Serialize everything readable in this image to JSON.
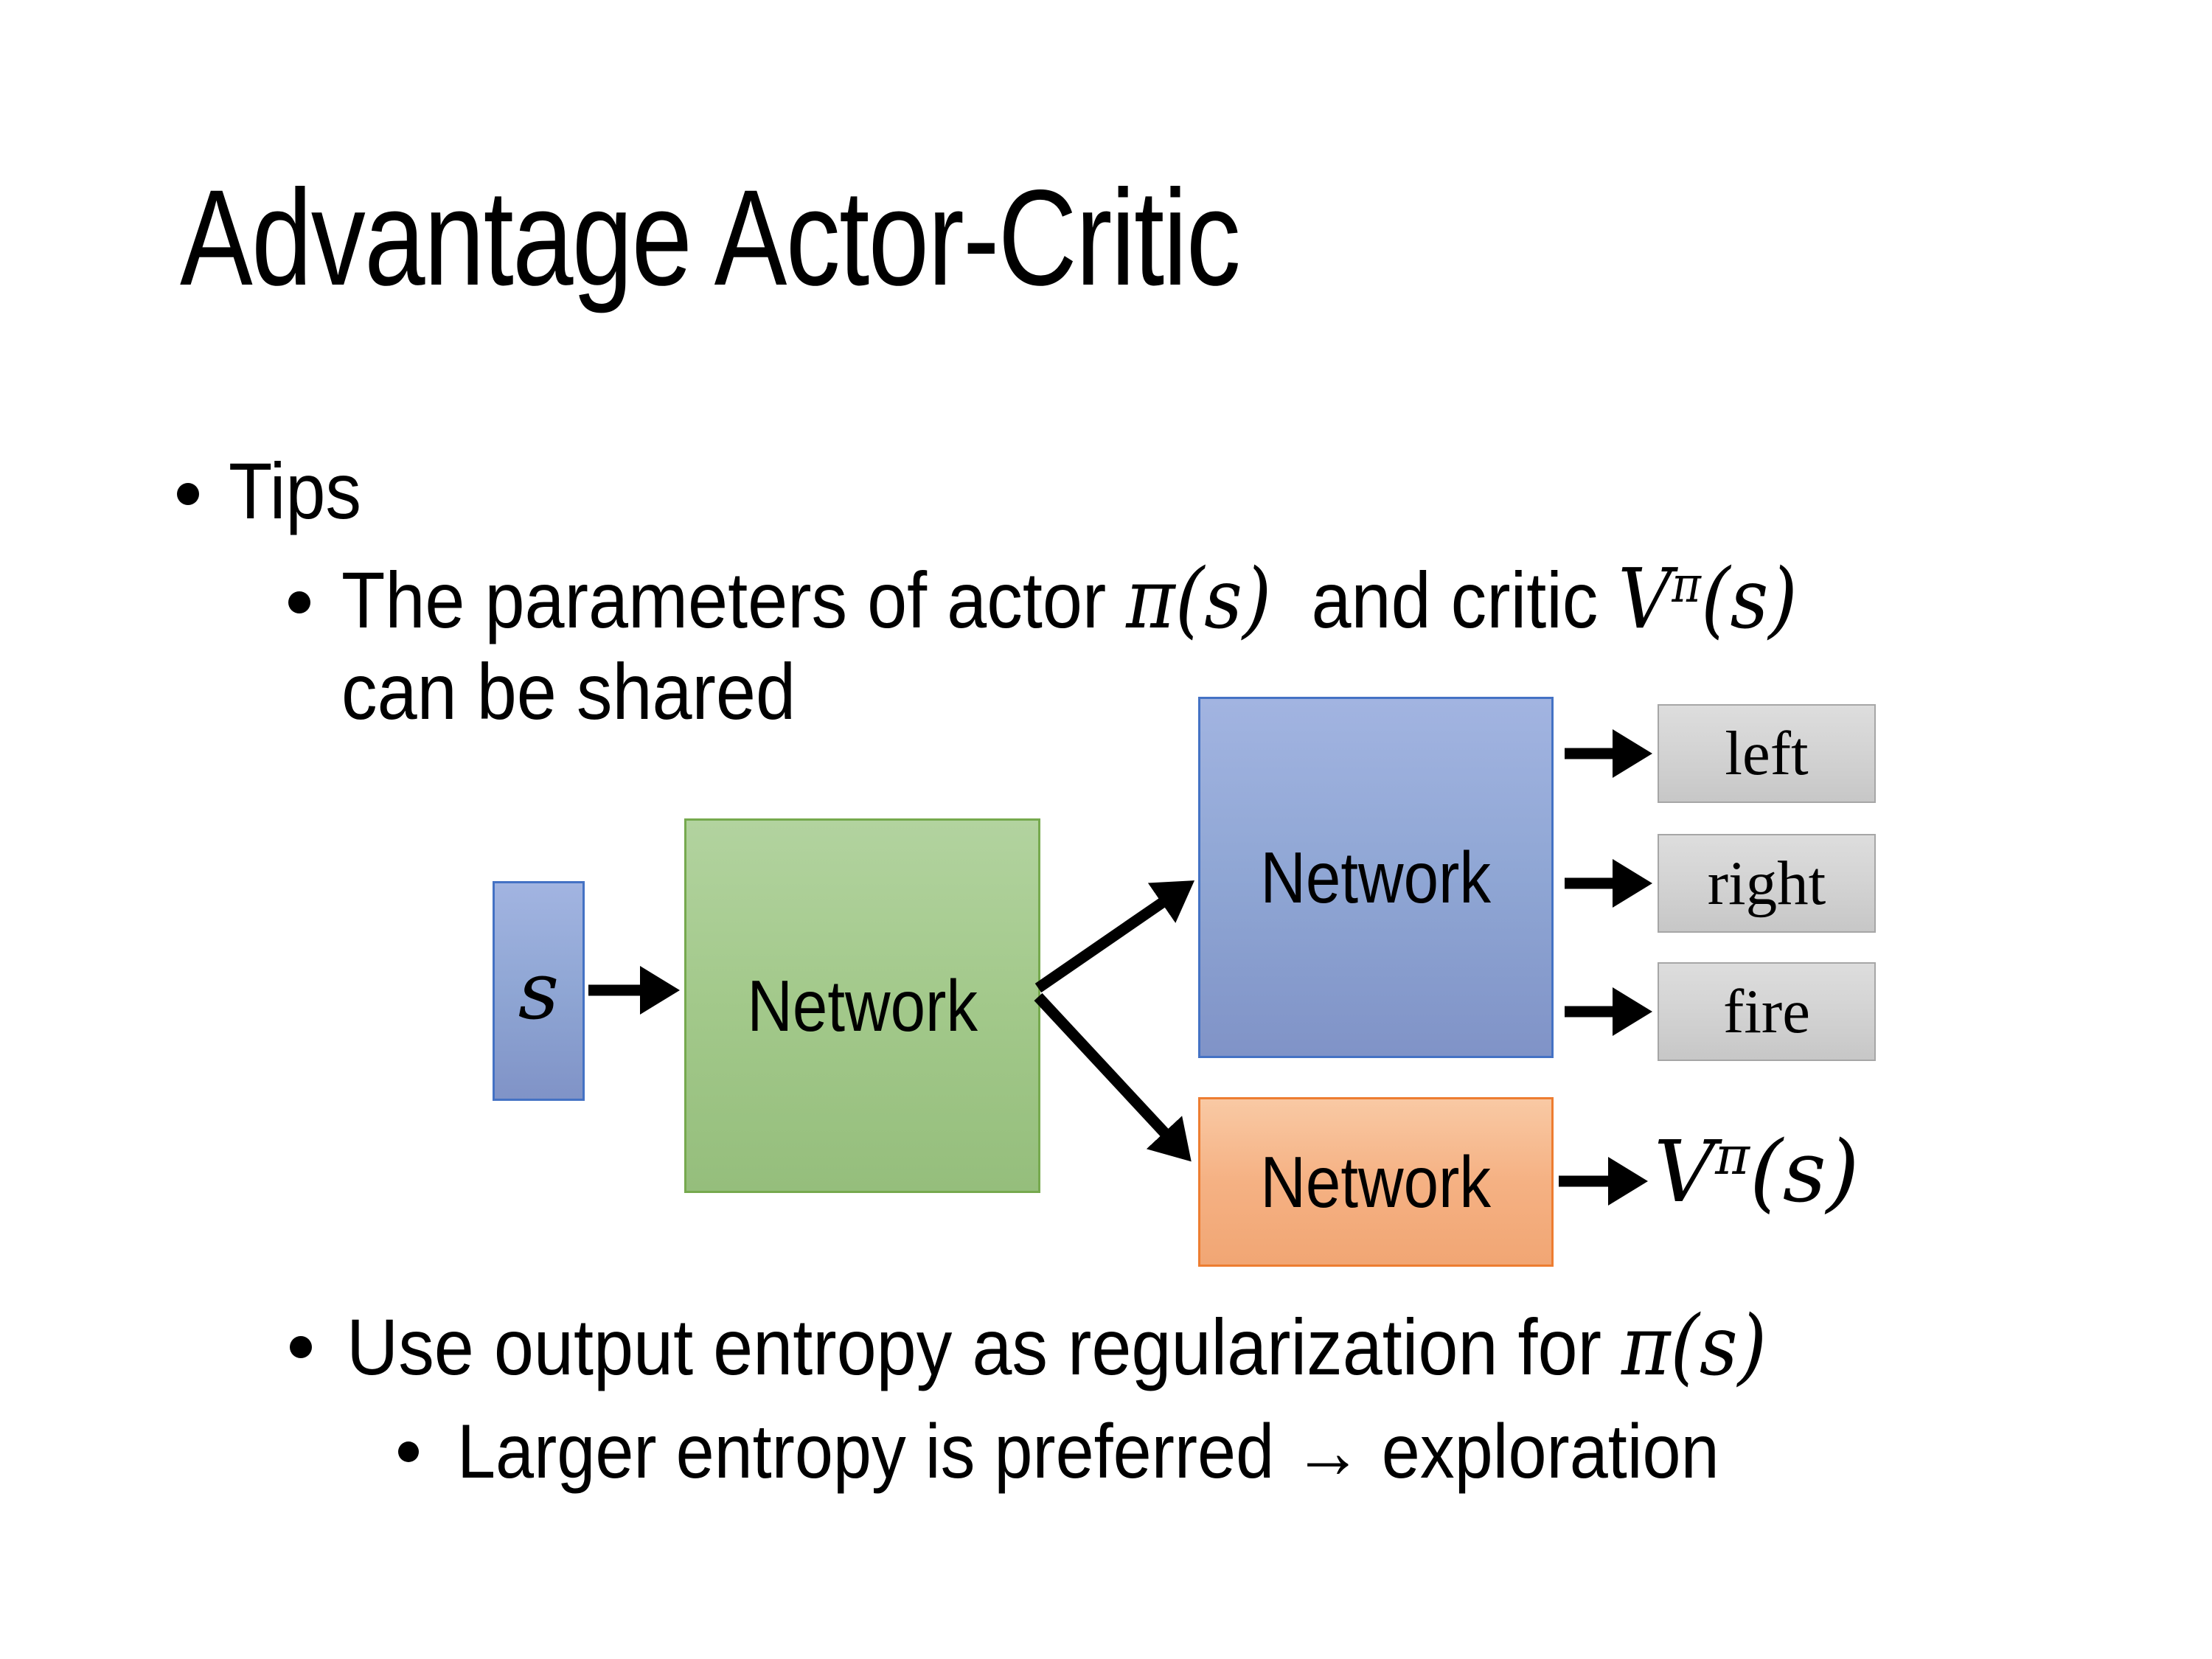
{
  "slide": {
    "title": "Advantage Actor-Critic",
    "bullet1": "Tips",
    "bullet2": {
      "pre": "The parameters of actor ",
      "math1": "π(s)",
      "mid": "  and critic ",
      "v_base": "V",
      "v_sup": "π",
      "v_args": "(s)",
      "line2": "can be shared"
    },
    "bullet3": {
      "pre": "Use output entropy as regularization for ",
      "math": "π(s)"
    },
    "bullet4": "Larger entropy is preferred → exploration"
  },
  "diagram": {
    "input_label": "s",
    "shared_network_label": "Network",
    "actor_network_label": "Network",
    "critic_network_label": "Network",
    "action_left": "left",
    "action_right": "right",
    "action_fire": "fire",
    "value_base": "V",
    "value_sup": "π",
    "value_args": "(s)",
    "colors": {
      "input_fill": "#8FA6D4",
      "input_border": "#4472C4",
      "shared_fill": "#A3C98B",
      "shared_border": "#76A94E",
      "actor_fill": "#8FA6D4",
      "actor_border": "#4472C4",
      "critic_fill": "#F5B183",
      "critic_border": "#ED7D31",
      "action_fill": "#D3D3D3",
      "action_border": "#A6A6A6",
      "arrow": "#000000"
    }
  }
}
